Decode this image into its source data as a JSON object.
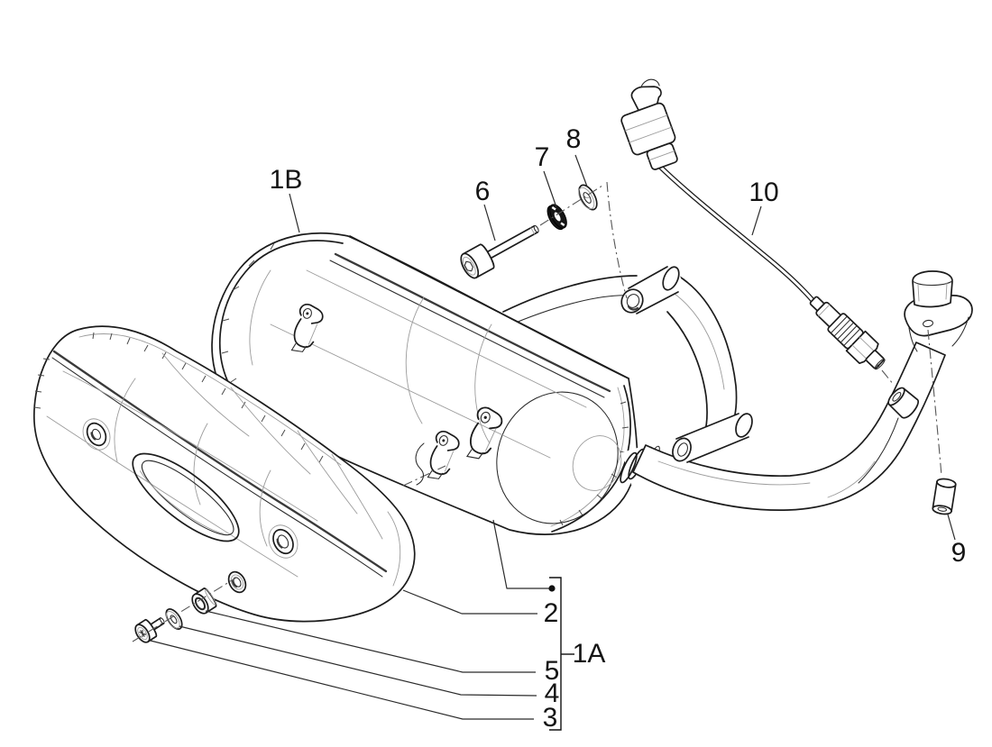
{
  "diagram": {
    "description_colors": {
      "background": "#ffffff",
      "line": "#1c1c1c",
      "construction_line": "#9c9c9c",
      "rubber_washer_fill": "#161616",
      "label_text": "#141414"
    },
    "callouts": [
      {
        "id": "1A",
        "text": "1A"
      },
      {
        "id": "1B",
        "text": "1B"
      },
      {
        "id": "2",
        "text": "2"
      },
      {
        "id": "3",
        "text": "3"
      },
      {
        "id": "4",
        "text": "4"
      },
      {
        "id": "5",
        "text": "5"
      },
      {
        "id": "6",
        "text": "6"
      },
      {
        "id": "7",
        "text": "7"
      },
      {
        "id": "8",
        "text": "8"
      },
      {
        "id": "9",
        "text": "9"
      },
      {
        "id": "10",
        "text": "10"
      }
    ]
  }
}
